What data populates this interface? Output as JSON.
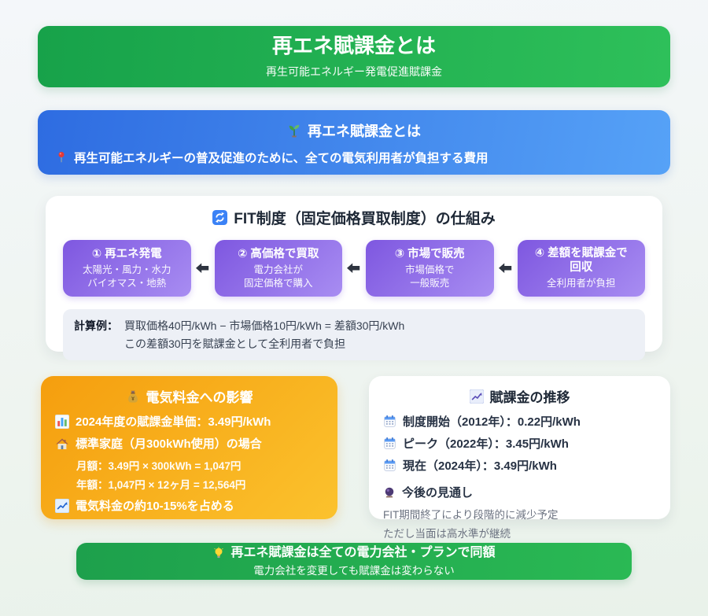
{
  "hero": {
    "title": "再エネ賦課金とは",
    "subtitle": "再生可能エネルギー発電促進賦課金"
  },
  "definition": {
    "title": "再エネ賦課金とは",
    "description": "再生可能エネルギーの普及促進のために、全ての電気利用者が負担する費用"
  },
  "fit": {
    "title": "FIT制度（固定価格買取制度）の仕組み",
    "steps": [
      {
        "title": "① 再エネ発電",
        "lines": [
          "太陽光・風力・水力",
          "バイオマス・地熱"
        ]
      },
      {
        "title": "② 高価格で買取",
        "lines": [
          "電力会社が",
          "固定価格で購入"
        ]
      },
      {
        "title": "③ 市場で販売",
        "lines": [
          "市場価格で",
          "一般販売"
        ]
      },
      {
        "title": "④ 差額を賦課金で回収",
        "lines": [
          "全利用者が負担"
        ]
      }
    ],
    "example_label": "計算例：",
    "example_line1": "買取価格40円/kWh − 市場価格10円/kWh = 差額30円/kWh",
    "example_line2": "この差額30円を賦課金として全利用者で負担"
  },
  "impact": {
    "title": "電気料金への影響",
    "unit_price": "2024年度の賦課金単価：3.49円/kWh",
    "household": "標準家庭（月300kWh使用）の場合",
    "monthly": "月額：3.49円 × 300kWh = 1,047円",
    "yearly": "年額：1,047円 × 12ヶ月 = 12,564円",
    "share": "電気料金の約10-15%を占める"
  },
  "trend": {
    "title": "賦課金の推移",
    "items": [
      "制度開始（2012年）：0.22円/kWh",
      "ピーク（2022年）：3.45円/kWh",
      "現在（2024年）：3.49円/kWh"
    ],
    "outlook_title": "今後の見通し",
    "outlook_lines": [
      "FIT期間終了により段階的に減少予定",
      "ただし当面は高水準が継続"
    ]
  },
  "footer": {
    "title": "再エネ賦課金は全ての電力会社・プランで同額",
    "subtitle": "電力会社を変更しても賦課金は変わらない"
  },
  "icons": {
    "seedling-icon": "🌱",
    "pushpin-icon": "📍",
    "refresh-icon": "🔄",
    "money-bag-icon": "💰",
    "bar-chart-icon": "📊",
    "house-icon": "🏠",
    "chart-up-icon": "📈",
    "calendar-icon": "📅",
    "crystal-ball-icon": "🔮",
    "bulb-icon": "💡",
    "flow-arrow": "◀"
  },
  "colors": {
    "green_dark": "#17a24a",
    "green_light": "#2ec05a",
    "blue_dark": "#2e6ce1",
    "blue_light": "#56a2f7",
    "purple_dark": "#7e57e0",
    "purple_light": "#a88df2",
    "orange_dark": "#f59e0e",
    "orange_light": "#fbc22d",
    "calc_bg": "#edf0f6",
    "text_dark": "#1f2937",
    "text_gray": "#6b7280"
  }
}
